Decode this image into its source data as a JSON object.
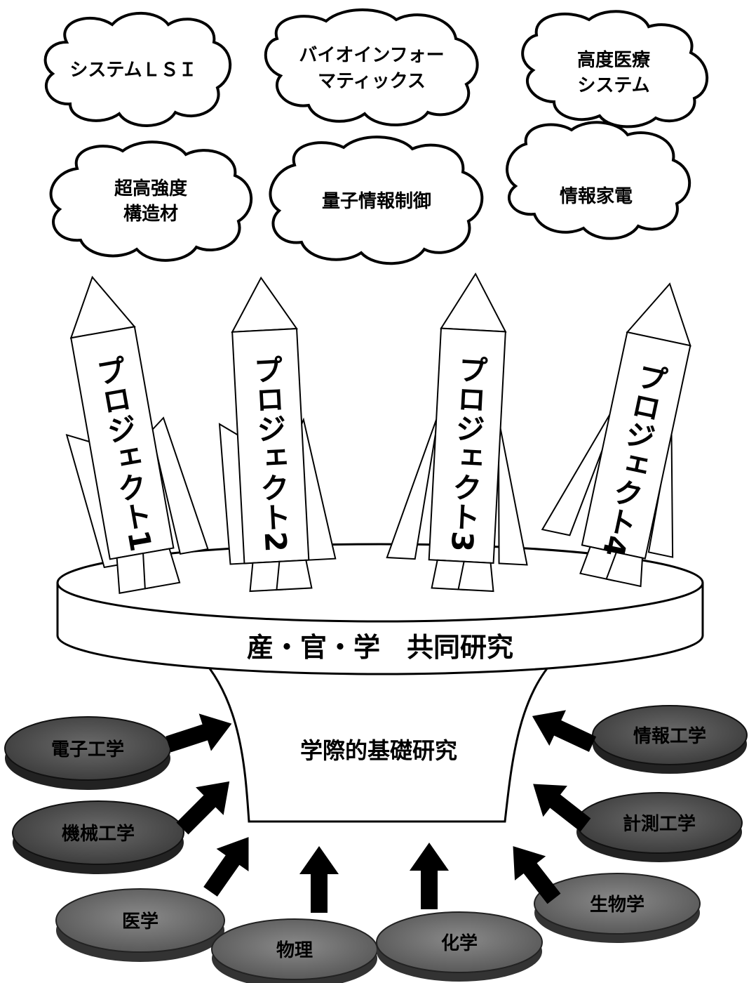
{
  "clouds": [
    {
      "lines": [
        "システムＬＳＩ"
      ]
    },
    {
      "lines": [
        "バイオインフォー",
        "マティックス"
      ]
    },
    {
      "lines": [
        "高度医療",
        "システム"
      ]
    },
    {
      "lines": [
        "超高強度",
        "構造材"
      ]
    },
    {
      "lines": [
        "量子情報制御"
      ]
    },
    {
      "lines": [
        "情報家電"
      ]
    }
  ],
  "projects": [
    "プロジェクト1",
    "プロジェクト2",
    "プロジェクト3",
    "プロジェクト4"
  ],
  "platform_label": "産・官・学　共同研究",
  "funnel_label": "学際的基礎研究",
  "disciplines": [
    "電子工学",
    "機械工学",
    "医学",
    "物理",
    "化学",
    "生物学",
    "計測工学",
    "情報工学"
  ],
  "colors": {
    "disc_dark": "#3a3a3a",
    "disc_mid": "#5a5a5a",
    "disc_light": "#7a7a7a"
  }
}
